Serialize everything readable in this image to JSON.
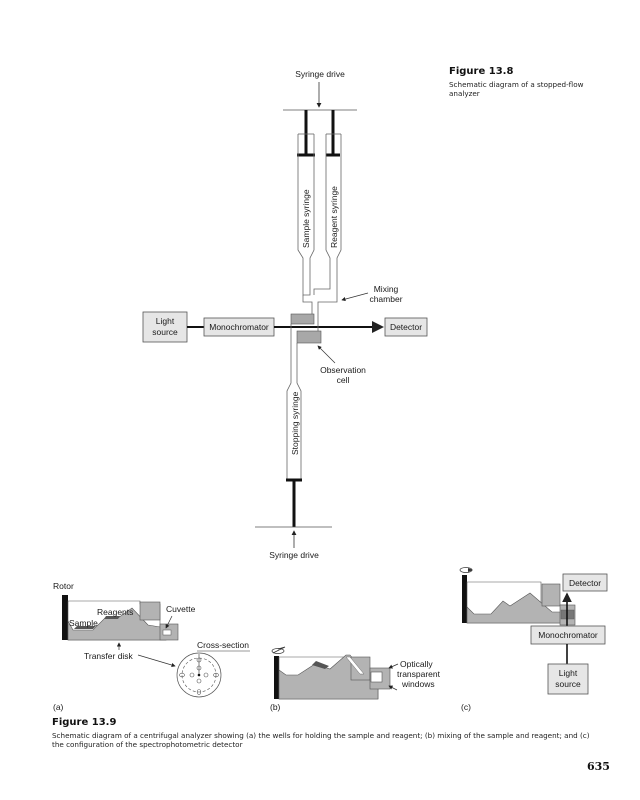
{
  "figure_13_8": {
    "title": "Figure 13.8",
    "caption": "Schematic diagram of a stopped-flow analyzer",
    "labels": {
      "syringe_drive_top": "Syringe drive",
      "sample_syringe": "Sample syringe",
      "reagent_syringe": "Reagent syringe",
      "mixing_chamber_line1": "Mixing",
      "mixing_chamber_line2": "chamber",
      "light_source_line1": "Light",
      "light_source_line2": "source",
      "monochromator": "Monochromator",
      "detector": "Detector",
      "observation_cell_line1": "Observation",
      "observation_cell_line2": "cell",
      "stopping_syringe": "Stopping syringe",
      "syringe_drive_bottom": "Syringe drive"
    }
  },
  "figure_13_9": {
    "title": "Figure 13.9",
    "caption": "Schematic diagram of a centrifugal analyzer showing (a) the wells for holding the sample and reagent; (b) mixing of the sample and reagent; and (c) the configuration of the spectrophotometric detector",
    "panel_a": {
      "tag": "(a)",
      "rotor": "Rotor",
      "reagents": "Reagents",
      "sample": "Sample",
      "cuvette": "Cuvette",
      "cross_section": "Cross-section",
      "transfer_disk": "Transfer disk"
    },
    "panel_b": {
      "tag": "(b)",
      "windows_line1": "Optically",
      "windows_line2": "transparent",
      "windows_line3": "windows"
    },
    "panel_c": {
      "tag": "(c)",
      "detector": "Detector",
      "monochromator": "Monochromator",
      "light_source_line1": "Light",
      "light_source_line2": "source"
    }
  },
  "page_number": "635",
  "colors": {
    "box_fill": "#e6e6e6",
    "disk_fill": "#b3b3b3",
    "cell_fill": "#a8a8a8",
    "well_fill": "#555555"
  }
}
